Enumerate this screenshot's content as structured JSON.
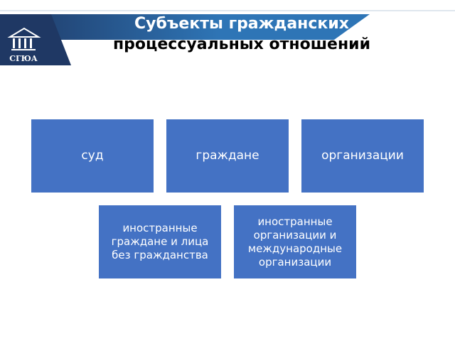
{
  "header": {
    "title_line1": "Субъекты гражданских",
    "title_line2": "процессуальных отношений",
    "logo_text": "СГЮА"
  },
  "diagram": {
    "boxes": [
      {
        "label": "суд"
      },
      {
        "label": "граждане"
      },
      {
        "label": "организации"
      },
      {
        "label": "иностранные граждане и лица без гражданства"
      },
      {
        "label": "иностранные организации и международные организации"
      }
    ]
  },
  "colors": {
    "box_fill": "#4472c4",
    "header_dark": "#1f3864",
    "header_blue": "#2e75b6"
  }
}
